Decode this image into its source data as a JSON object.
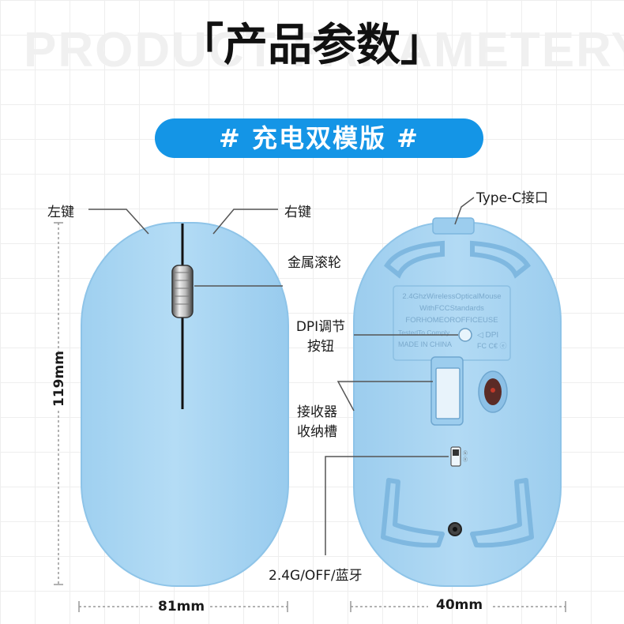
{
  "header": {
    "watermark": "PRODUCT PARAMETERY",
    "title": "「产品参数」"
  },
  "badge": {
    "text": "# 充电双模版 #"
  },
  "labels": {
    "left_key": "左键",
    "right_key": "右键",
    "scroll_wheel": "金属滚轮",
    "type_c": "Type-C接口",
    "dpi_line1": "DPI调节",
    "dpi_line2": "按钮",
    "receiver_line1": "接收器",
    "receiver_line2": "收纳槽",
    "mode_switch": "2.4G/OFF/蓝牙"
  },
  "dimensions": {
    "height": "119mm",
    "width": "81mm",
    "depth": "40mm"
  },
  "mouse_bottom_text": {
    "line1": "2.4GhzWirelessOpticalMouse",
    "line2": "WithFCCStandards",
    "line3": "FORHOMEOROFFICEUSE",
    "line4": "TestedTo Comply",
    "line5": "MADE IN CHINA",
    "dpi": "◁ DPI",
    "cert": "FC C€ ⓔ"
  },
  "colors": {
    "accent": "#1495e6",
    "mouse_body": "#a8d6f2",
    "mouse_edge": "#8ec4e8"
  }
}
